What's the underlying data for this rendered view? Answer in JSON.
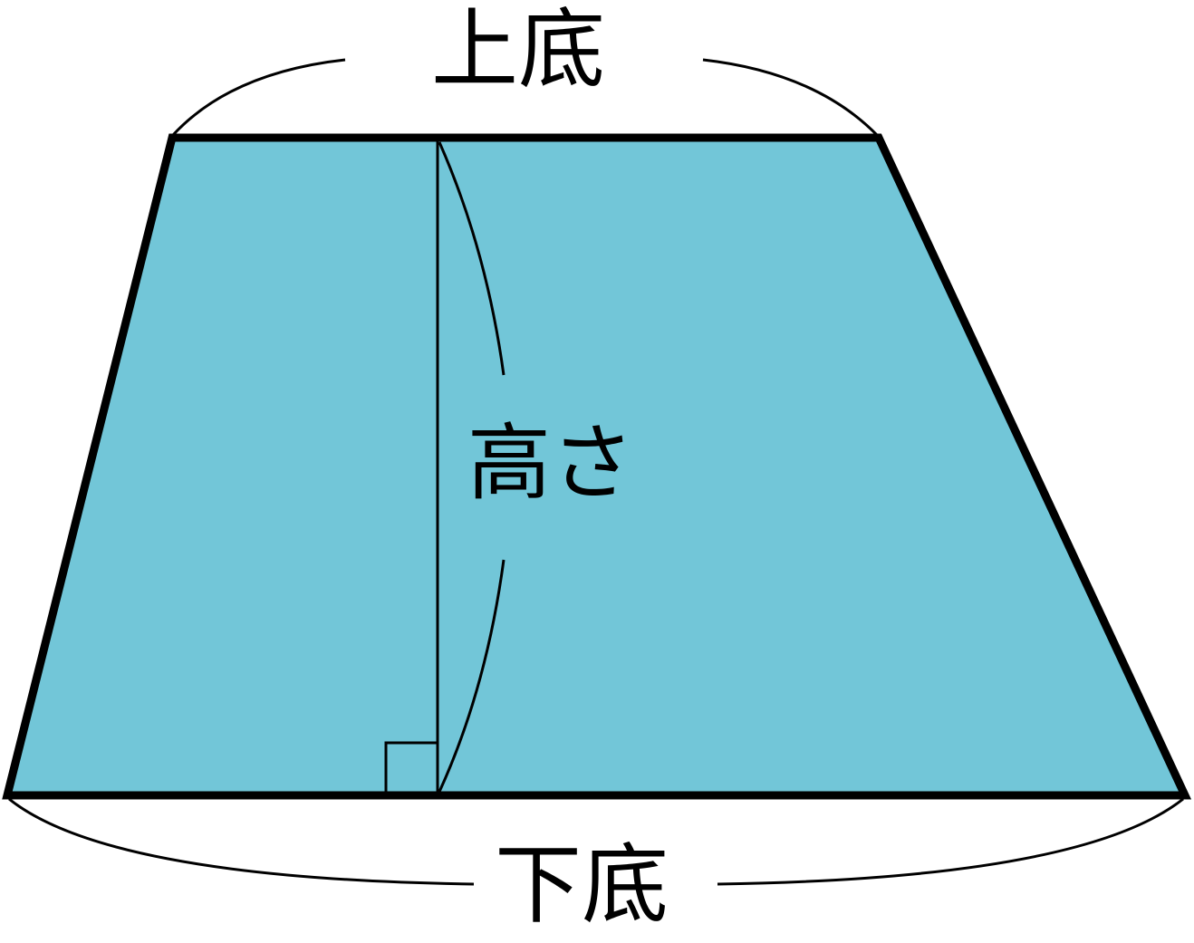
{
  "labels": {
    "top_base": "上底",
    "height": "高さ",
    "bottom_base": "下底"
  },
  "colors": {
    "fill": "#72c6d8",
    "stroke": "#000000",
    "background": "#ffffff"
  }
}
